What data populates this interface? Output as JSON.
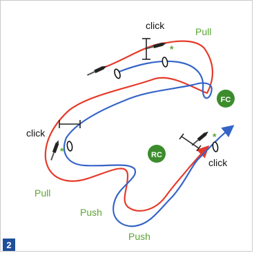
{
  "labels": {
    "click_top": "click",
    "pull_top": "Pull",
    "click_left": "click",
    "pull_left": "Pull",
    "push_middle": "Push",
    "push_bottom": "Push",
    "click_right": "click",
    "fc_badge": "FC",
    "rc_badge": "RC",
    "panel_number": "2",
    "star": "*"
  },
  "colors": {
    "red_path": "#e53a2a",
    "blue_path": "#3564c8",
    "label_green": "#5aa532",
    "badge_green": "#3c8c2e",
    "badge_text": "#ffffff",
    "panel_badge_bg": "#1f4e9a"
  },
  "icons": {
    "pipette": "micropipette-icon",
    "ring": "cell-ring-icon",
    "bracket": "measurement-bracket-icon",
    "star": "asterisk-marker-icon"
  }
}
